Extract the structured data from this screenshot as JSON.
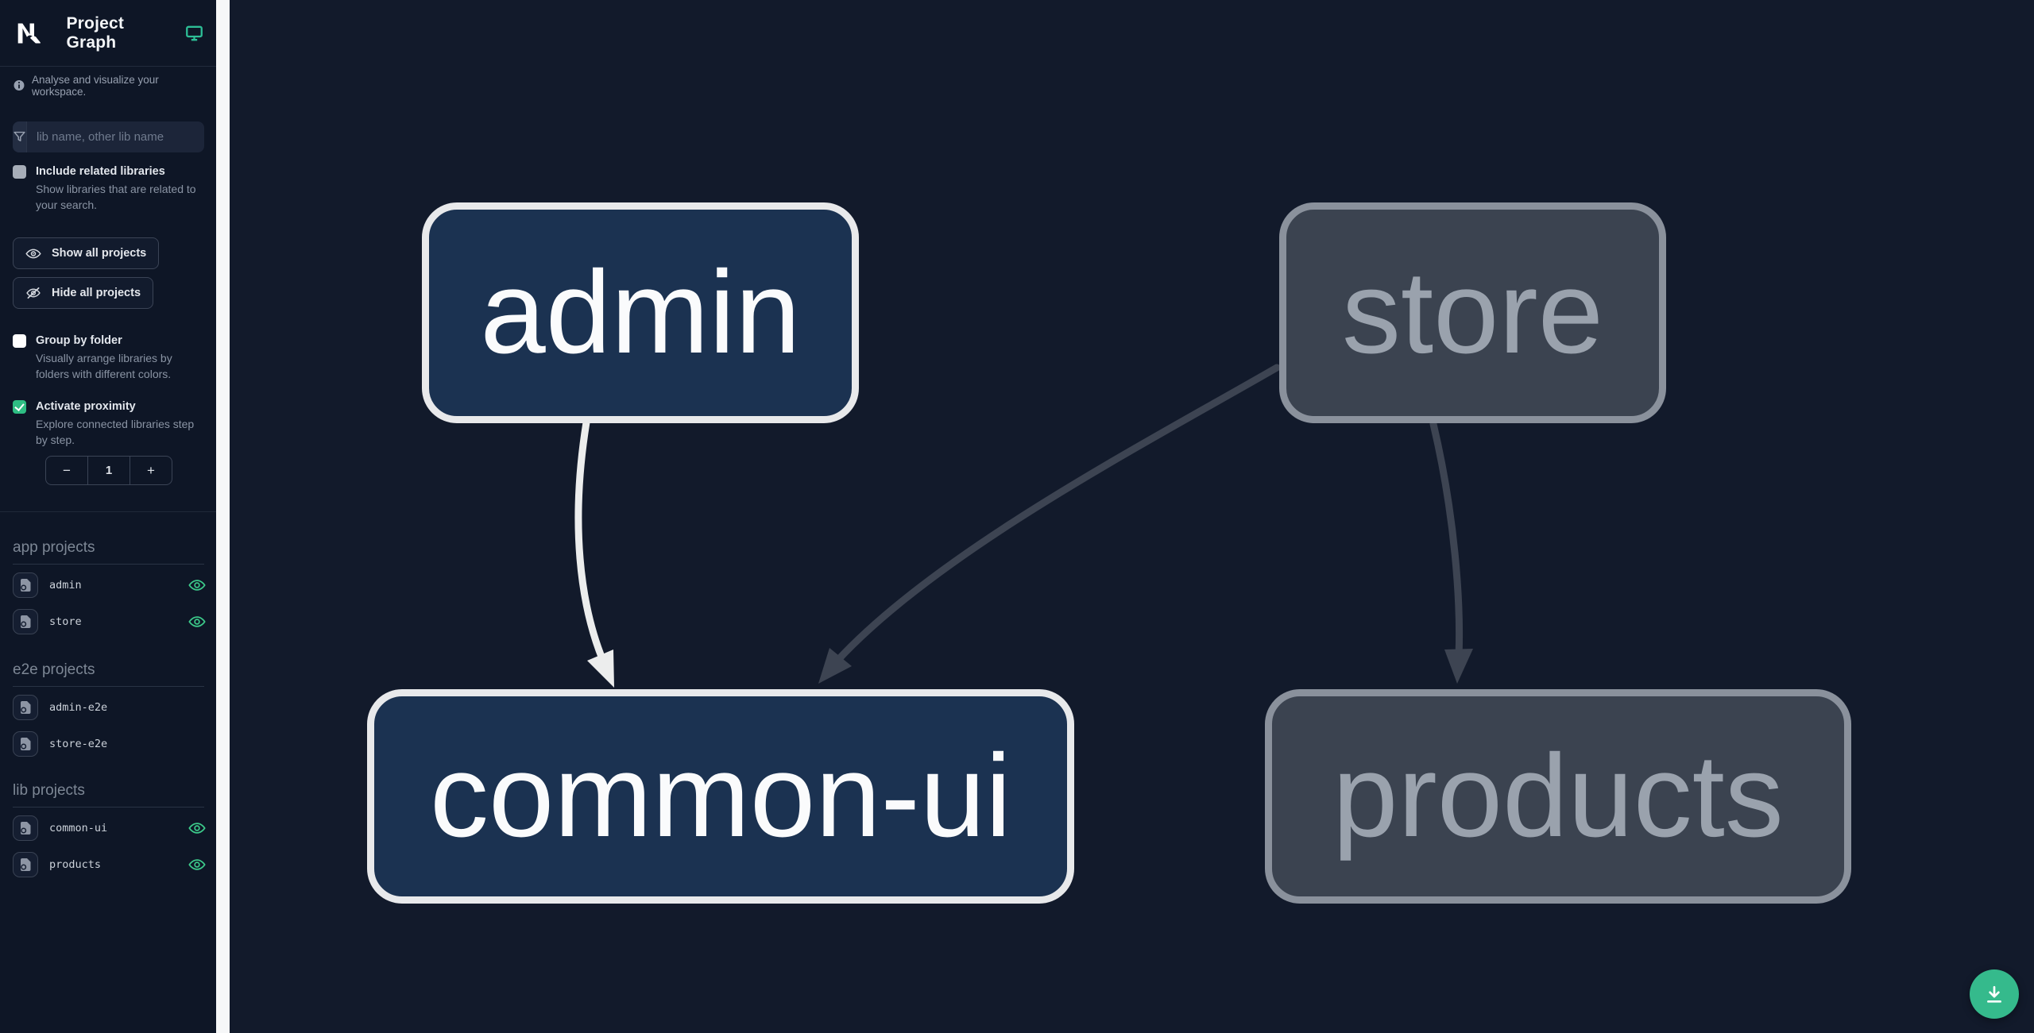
{
  "app": {
    "title": "Project Graph",
    "tagline": "Analyse and visualize your workspace."
  },
  "colors": {
    "accent_green": "#2ebd83",
    "eye_green": "#3cc98a",
    "fab_green": "#35ba8c",
    "node_focused_fill": "#1b3251",
    "node_focused_border": "#e8e9eb",
    "node_dimmed_fill": "#3b4350",
    "node_dimmed_border": "#8a919c",
    "edge_focused": "#eceded",
    "edge_dimmed": "#3d4452",
    "background": "#121a2b",
    "sidebar_background": "#0e1626"
  },
  "sidebar": {
    "filter": {
      "placeholder": "lib name, other lib name"
    },
    "include_related": {
      "label": "Include related libraries",
      "description": "Show libraries that are related to your search.",
      "checked": false
    },
    "buttons": {
      "show_all": "Show all projects",
      "hide_all": "Hide all projects"
    },
    "group_by_folder": {
      "label": "Group by folder",
      "description": "Visually arrange libraries by folders with different colors.",
      "checked": false
    },
    "activate_proximity": {
      "label": "Activate proximity",
      "description": "Explore connected libraries step by step.",
      "checked": true
    },
    "stepper": {
      "decrement": "−",
      "value": "1",
      "increment": "+"
    },
    "sections": [
      {
        "heading": "app projects",
        "items": [
          {
            "name": "admin",
            "visible": true
          },
          {
            "name": "store",
            "visible": true
          }
        ]
      },
      {
        "heading": "e2e projects",
        "items": [
          {
            "name": "admin-e2e",
            "visible": false
          },
          {
            "name": "store-e2e",
            "visible": false
          }
        ]
      },
      {
        "heading": "lib projects",
        "items": [
          {
            "name": "common-ui",
            "visible": true
          },
          {
            "name": "products",
            "visible": true
          }
        ]
      }
    ]
  },
  "graph": {
    "nodes": [
      {
        "id": "admin",
        "label": "admin",
        "state": "focused"
      },
      {
        "id": "store",
        "label": "store",
        "state": "dimmed"
      },
      {
        "id": "common-ui",
        "label": "common-ui",
        "state": "focused"
      },
      {
        "id": "products",
        "label": "products",
        "state": "dimmed"
      }
    ],
    "edges": [
      {
        "from": "admin",
        "to": "common-ui",
        "state": "focused"
      },
      {
        "from": "store",
        "to": "common-ui",
        "state": "dimmed"
      },
      {
        "from": "store",
        "to": "products",
        "state": "dimmed"
      }
    ]
  }
}
